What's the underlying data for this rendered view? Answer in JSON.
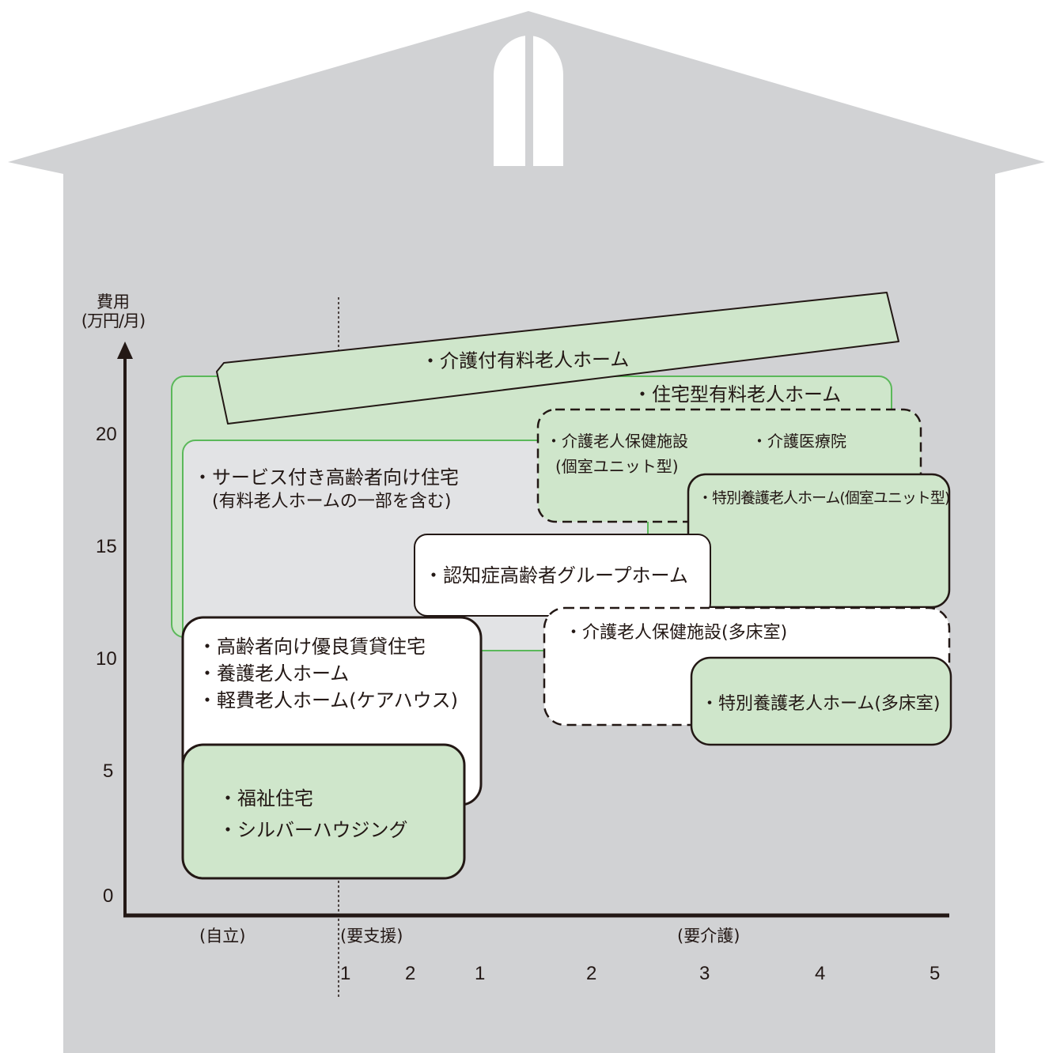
{
  "y_axis": {
    "label_line1": "費用",
    "label_line2": "(万円/月)",
    "ticks": [
      "20",
      "15",
      "10",
      "5",
      "0"
    ]
  },
  "x_axis": {
    "groups": [
      "(自立)",
      "(要支援)",
      "(要介護)"
    ],
    "levels": [
      "1",
      "2",
      "1",
      "2",
      "3",
      "4",
      "5"
    ]
  },
  "facilities": {
    "kaigo_yuryo": "・介護付有料老人ホーム",
    "jutaku_yuryo": "・住宅型有料老人ホーム",
    "service_jutaku_line1": "・サービス付き高齢者向け住宅",
    "service_jutaku_line2": "(有料老人ホームの一部を含む)",
    "roken_unit_line1": "・介護老人保健施設",
    "roken_unit_line2": "(個室ユニット型)",
    "iryoin": "・介護医療院",
    "tokuyo_unit": "・特別養護老人ホーム(個室ユニット型)",
    "group_home": "・認知症高齢者グループホーム",
    "roken_tashou": "・介護老人保健施設(多床室)",
    "tokuyo_tashou": "・特別養護老人ホーム(多床室)",
    "koreisha_1": "・高齢者向け優良賃貸住宅",
    "koreisha_2": "・養護老人ホーム",
    "koreisha_3": "・軽費老人ホーム(ケアハウス)",
    "fukushi_1": "・福祉住宅",
    "fukushi_2": "・シルバーハウジング"
  },
  "colors": {
    "background_house": "#d1d2d4",
    "green_fill": "#cfe6cb",
    "green_border": "#5bb85a",
    "light_fill": "#e2e3e5",
    "box_border": "#231815"
  }
}
